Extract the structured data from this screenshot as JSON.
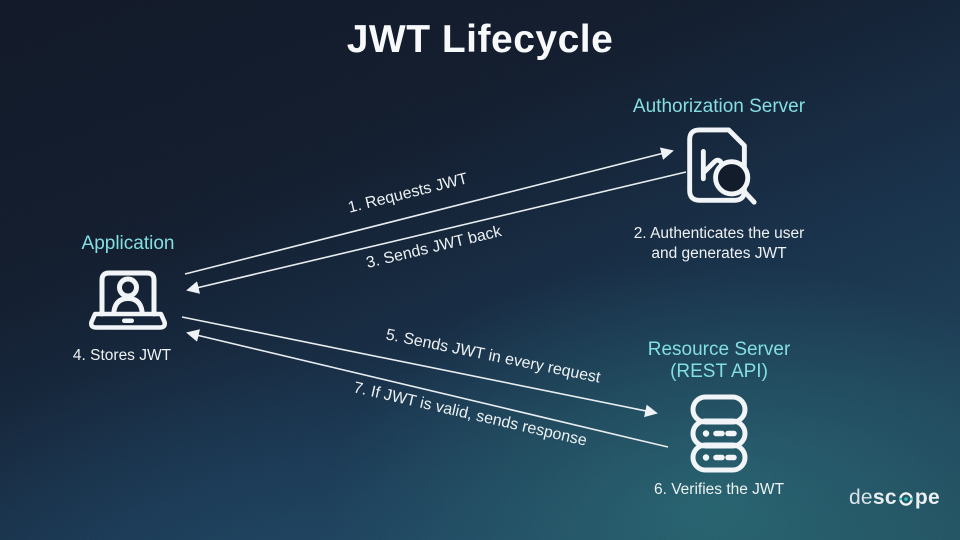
{
  "title": "JWT Lifecycle",
  "nodes": {
    "auth_server": {
      "label": "Authorization Server",
      "icon": "document-search-icon",
      "caption_line1": "2. Authenticates the user",
      "caption_line2": "and generates JWT"
    },
    "application": {
      "label": "Application",
      "icon": "laptop-user-icon",
      "caption": "4. Stores JWT"
    },
    "resource_server": {
      "label_line1": "Resource Server",
      "label_line2": "(REST API)",
      "icon": "server-stack-icon",
      "caption": "6. Verifies the JWT"
    }
  },
  "arrows": [
    {
      "label": "1. Requests JWT",
      "from": "application",
      "to": "auth_server"
    },
    {
      "label": "3. Sends JWT back",
      "from": "auth_server",
      "to": "application"
    },
    {
      "label": "5. Sends JWT in every request",
      "from": "application",
      "to": "resource_server"
    },
    {
      "label": "7. If JWT is valid, sends response",
      "from": "resource_server",
      "to": "application"
    }
  ],
  "logo": {
    "name": "descope",
    "text_regular": "de",
    "text_bold_left": "sc",
    "text_bold_right": "pe",
    "o_icon": "descope-o-icon"
  },
  "colors": {
    "accent_teal": "#84dfe2",
    "text_white": "#f2f5f7",
    "line_white": "#e8edf0",
    "logo_teal": "#38c4bc",
    "bg_dark_navy": "#0f1726",
    "bg_blue": "#1c3e58",
    "bg_teal_glow": "#2d7d82"
  }
}
